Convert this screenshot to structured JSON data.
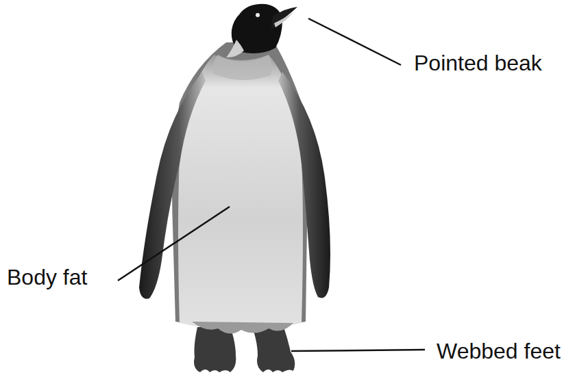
{
  "diagram": {
    "labels": [
      "Pointed beak",
      "Body fat",
      "Webbed feet"
    ]
  }
}
